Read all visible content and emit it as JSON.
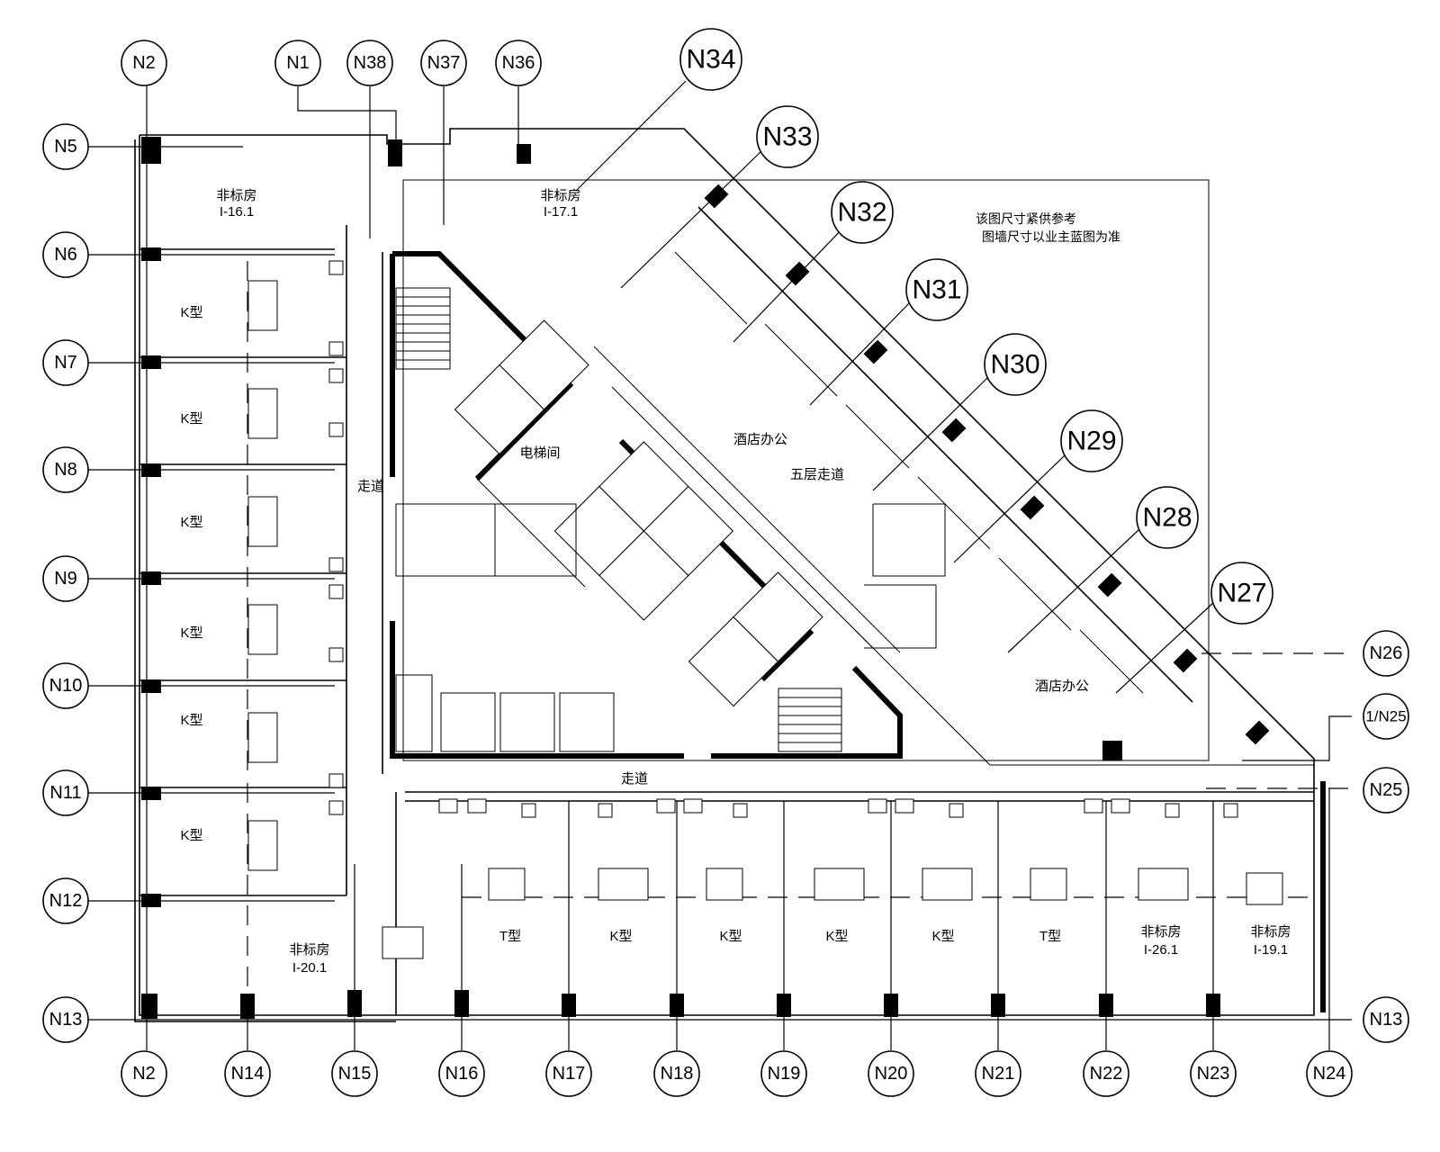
{
  "colors": {
    "line": "#000000",
    "background": "#ffffff"
  },
  "note": {
    "line1": "该图尺寸紧供参考",
    "line2": "图墙尺寸以业主蓝图为准"
  },
  "rooms": {
    "r_n5": {
      "name": "非标房",
      "code": "I-16.1"
    },
    "r_n36": {
      "name": "非标房",
      "code": "I-17.1"
    },
    "k1": "K型",
    "k2": "K型",
    "k3": "K型",
    "k4": "K型",
    "k5": "K型",
    "k6": "K型",
    "r_n12": {
      "name": "非标房",
      "code": "I-20.1"
    },
    "b1": "T型",
    "b2": "K型",
    "b3": "K型",
    "b4": "K型",
    "b5": "K型",
    "b6": "T型",
    "b7": {
      "name": "非标房",
      "code": "I-26.1"
    },
    "b8": {
      "name": "非标房",
      "code": "I-19.1"
    },
    "elevator_hall": "电梯间",
    "corridor_left": "走道",
    "corridor_bottom": "走道",
    "hotel_office_1": "酒店办公",
    "hotel_office_2": "酒店办公",
    "fifth_corridor": "五层走道"
  },
  "grid_bubbles": {
    "N2_top": "N2",
    "N1": "N1",
    "N38": "N38",
    "N37": "N37",
    "N36": "N36",
    "N34": "N34",
    "N33": "N33",
    "N32": "N32",
    "N31": "N31",
    "N30": "N30",
    "N29": "N29",
    "N28": "N28",
    "N27": "N27",
    "N26": "N26",
    "N1_25": "1/N25",
    "N25": "N25",
    "N5": "N5",
    "N6": "N6",
    "N7": "N7",
    "N8": "N8",
    "N9": "N9",
    "N10": "N10",
    "N11": "N11",
    "N12": "N12",
    "N13_left": "N13",
    "N13_right": "N13",
    "N2_bottom": "N2",
    "N14": "N14",
    "N15": "N15",
    "N16": "N16",
    "N17": "N17",
    "N18": "N18",
    "N19": "N19",
    "N20": "N20",
    "N21": "N21",
    "N22": "N22",
    "N23": "N23",
    "N24": "N24"
  }
}
